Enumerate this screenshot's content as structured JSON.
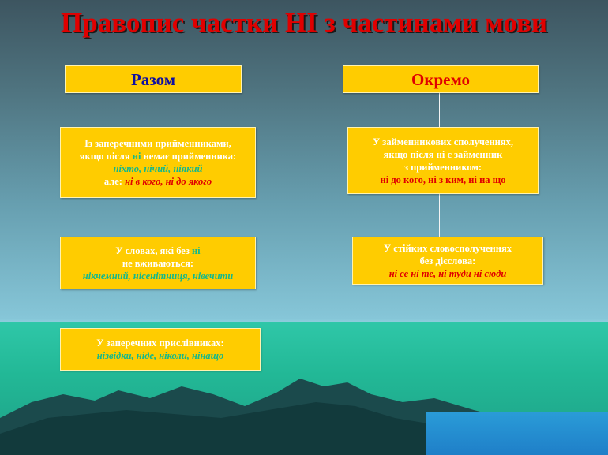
{
  "title": "Правопис частки НІ з частинами мови",
  "headers": {
    "left": "Разом",
    "right": "Окремо"
  },
  "colors": {
    "box": "#ffcc00",
    "title": "#e00000",
    "left_header": "#1010a0",
    "green": "#13b88c",
    "red": "#e00000"
  },
  "left": [
    {
      "lines": [
        [
          {
            "t": "Із заперечними прийменниками,"
          }
        ],
        [
          {
            "t": "якщо після "
          },
          {
            "t": "ні",
            "c": "g"
          },
          {
            "t": " немає прийменника:"
          }
        ],
        [
          {
            "t": "ніхто, нічий, ніякий",
            "c": "g i"
          }
        ],
        [
          {
            "t": "але: "
          },
          {
            "t": "ні в кого, ні до якого",
            "c": "r i"
          }
        ]
      ]
    },
    {
      "lines": [
        [
          {
            "t": "У словах, які без "
          },
          {
            "t": "ні",
            "c": "g"
          }
        ],
        [
          {
            "t": "не вживаються:"
          }
        ],
        [
          {
            "t": "нікчемний, нісенітниця, нівечити",
            "c": "g i"
          }
        ]
      ]
    },
    {
      "lines": [
        [
          {
            "t": "У заперечних прислівниках:"
          }
        ],
        [
          {
            "t": "нізвідки, ніде, ніколи, нінащо",
            "c": "g i"
          }
        ]
      ]
    }
  ],
  "right": [
    {
      "lines": [
        [
          {
            "t": "У займенникових сполученнях,"
          }
        ],
        [
          {
            "t": "якщо після ні є займенник"
          }
        ],
        [
          {
            "t": "з прийменником:"
          }
        ],
        [
          {
            "t": "ні до кого, ні з ким, ні на що",
            "c": "r"
          }
        ]
      ]
    },
    {
      "lines": [
        [
          {
            "t": "У стійких словосполученнях"
          }
        ],
        [
          {
            "t": "без дієслова:"
          }
        ],
        [
          {
            "t": "ні се ні те, ні туди ні сюди",
            "c": "r i"
          }
        ]
      ]
    }
  ]
}
